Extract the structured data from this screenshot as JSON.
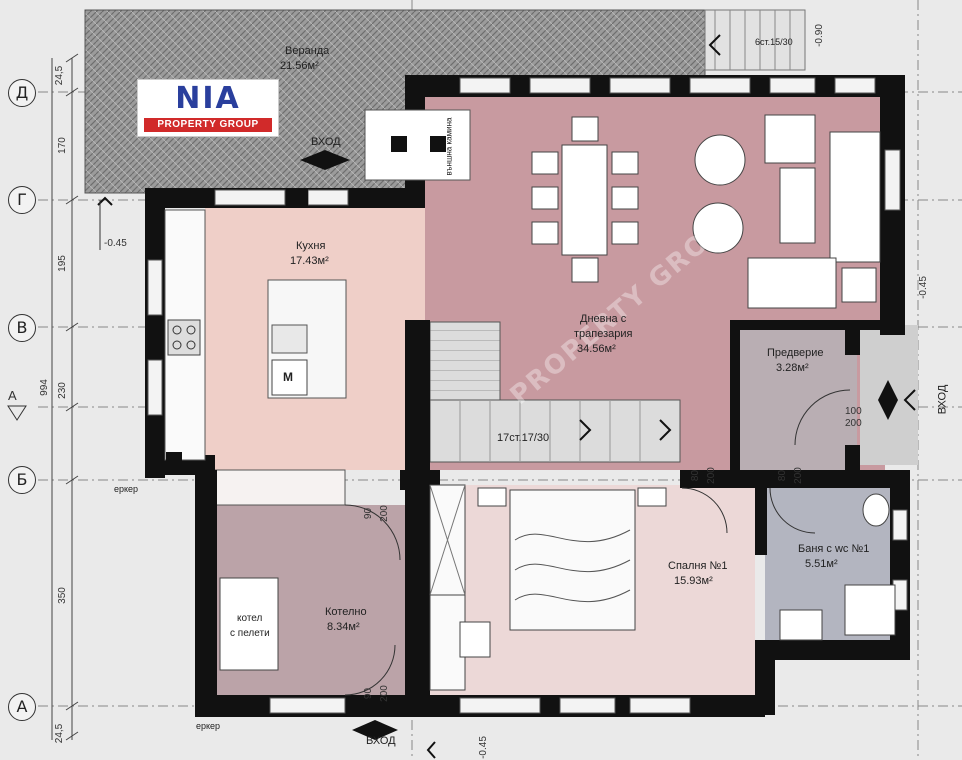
{
  "rooms": {
    "veranda": {
      "name": "Веранда",
      "area": "21.56м²"
    },
    "kitchen": {
      "name": "Кухня",
      "area": "17.43м²"
    },
    "living": {
      "name_line1": "Дневна с",
      "name_line2": "трапезария",
      "area": "34.56м²"
    },
    "foyer": {
      "name": "Предверие",
      "area": "3.28м²"
    },
    "boiler": {
      "name": "Котелно",
      "area": "8.34м²"
    },
    "bedroom": {
      "name": "Спалня №1",
      "area": "15.93м²"
    },
    "bath": {
      "name": "Баня с wc №1",
      "area": "5.51м²"
    }
  },
  "axes_rows": [
    "Д",
    "Г",
    "В",
    "Б",
    "А"
  ],
  "section_mark": "А",
  "dimensions_left": [
    "24,5",
    "170",
    "195",
    "230",
    "350",
    "24,5"
  ],
  "total_dim": "994",
  "labels": {
    "entrance_top": "ВХОД",
    "entrance_bottom": "ВХОД",
    "entrance_right": "ВХОД",
    "stairs_main": "17ст.17/30",
    "stairs_top": "6ст.15/30",
    "erker_top": "еркер",
    "erker_bottom": "еркер",
    "boiler_device_line1": "котел",
    "boiler_device_line2": "с пелети",
    "fireplace": "външна камина",
    "fridge": "M",
    "level_m045": "-0.45",
    "level_m090": "-0.90",
    "level_p045_right": "-0.45",
    "level_p045_bottom": "-0.45"
  },
  "door_dims": {
    "boiler_top_a": "90",
    "boiler_top_b": "200",
    "boiler_bot_a": "90",
    "boiler_bot_b": "200",
    "bed_a": "80",
    "bed_b": "200",
    "bath_a": "80",
    "bath_b": "200",
    "foyer_a": "100",
    "foyer_b": "200"
  },
  "logo": {
    "top": "NIA",
    "bottom": "PROPERTY GROUP"
  },
  "watermark": "PROPERTY GROUP",
  "colors": {
    "kitchen": "#efcfc8",
    "living": "#c89aa0",
    "foyer": "#b9aeb3",
    "boiler": "#bba3a8",
    "bedroom": "#ecd8d7",
    "bath": "#b3b5c0",
    "wall": "#111111",
    "veranda": "#9a9a9a"
  }
}
